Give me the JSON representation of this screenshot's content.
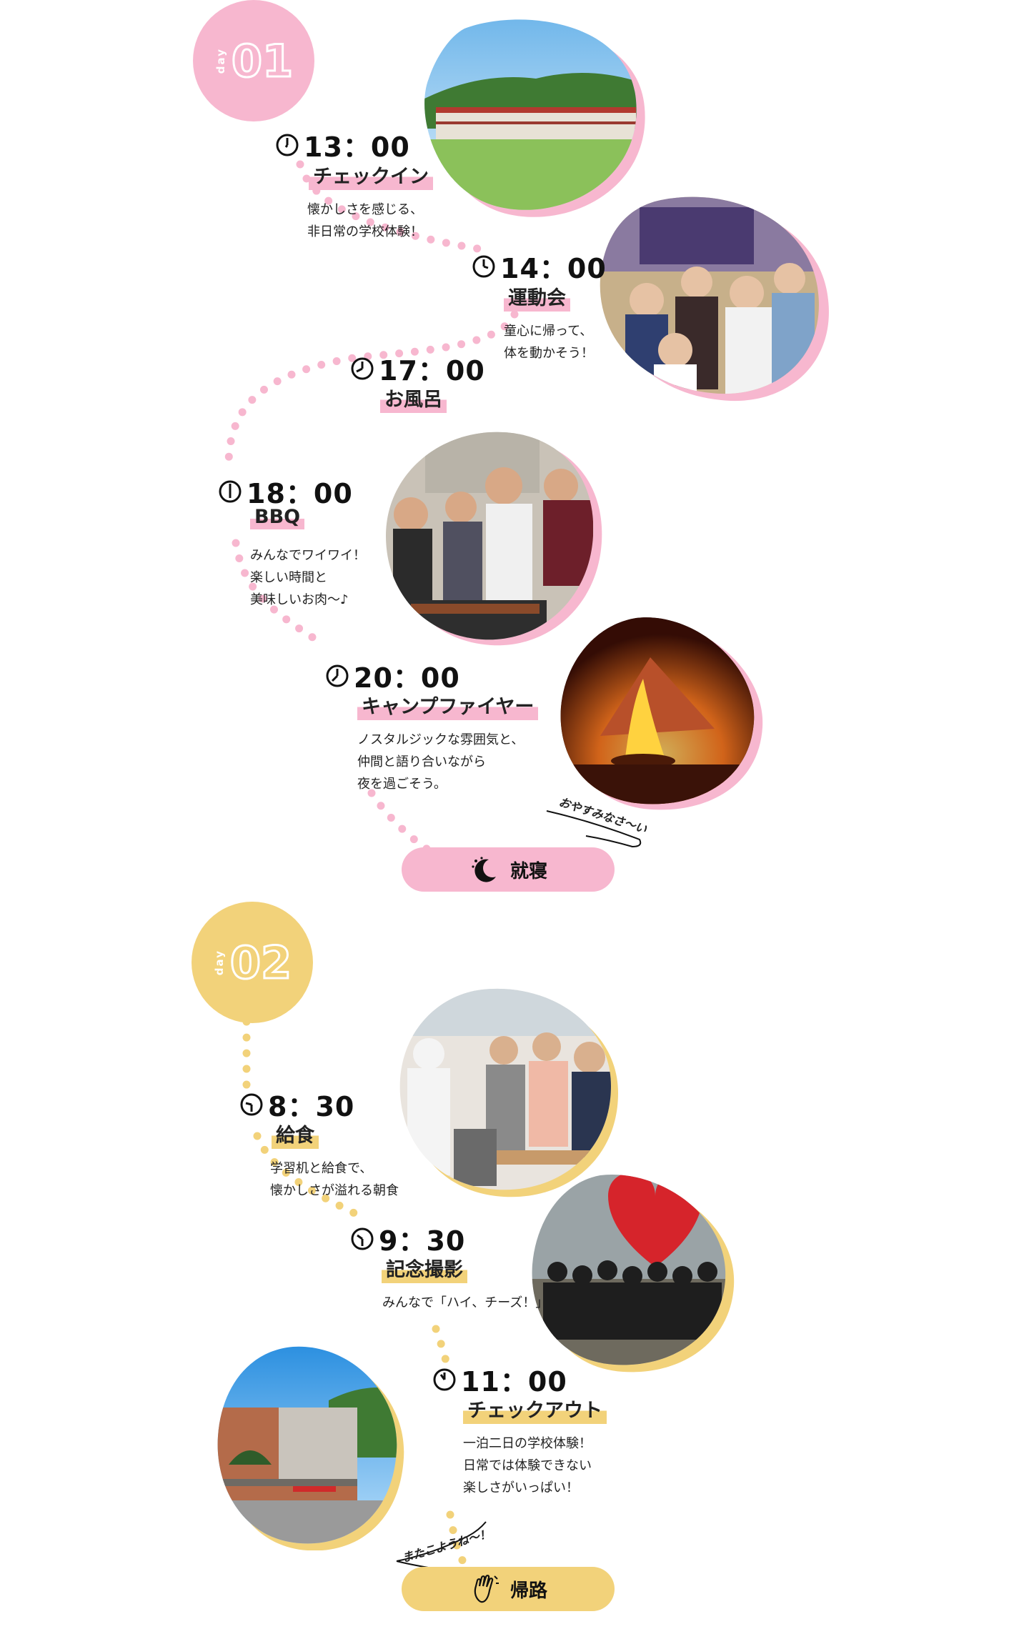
{
  "day1": {
    "label": "day",
    "number": "01",
    "color": "#f7b7cf",
    "events": [
      {
        "time": "13：00",
        "title": "チェックイン",
        "desc": "懐かしさを感じる、\n非日常の学校体験！"
      },
      {
        "time": "14：00",
        "title": "運動会",
        "desc": "童心に帰って、\n体を動かそう！"
      },
      {
        "time": "17：00",
        "title": "お風呂",
        "desc": ""
      },
      {
        "time": "18：00",
        "title": "BBQ",
        "desc": "みんなでワイワイ！\n楽しい時間と\n美味しいお肉〜♪"
      },
      {
        "time": "20：00",
        "title": "キャンプファイヤー",
        "desc": "ノスタルジックな雰囲気と、\n仲間と語り合いながら\n夜を過ごそう。"
      }
    ],
    "end_label": "就寝",
    "bubble": "おやすみなさ〜い"
  },
  "day2": {
    "label": "day",
    "number": "02",
    "color": "#f2d27a",
    "events": [
      {
        "time": "8：30",
        "title": "給食",
        "desc": "学習机と給食で、\n懐かしさが溢れる朝食"
      },
      {
        "time": "9：30",
        "title": "記念撮影",
        "desc": "みんなで「ハイ、チーズ！」"
      },
      {
        "time": "11：00",
        "title": "チェックアウト",
        "desc": "一泊二日の学校体験！\n日常では体験できない\n楽しさがいっぱい！"
      }
    ],
    "end_label": "帰路",
    "bubble": "またこようね〜！"
  },
  "photos": {
    "school": "school-photo",
    "sports": "sports-day-photo",
    "bbq": "bbq-photo",
    "campfire": "campfire-photo",
    "lunch": "school-lunch-photo",
    "group": "group-photo",
    "building": "building-photo"
  }
}
